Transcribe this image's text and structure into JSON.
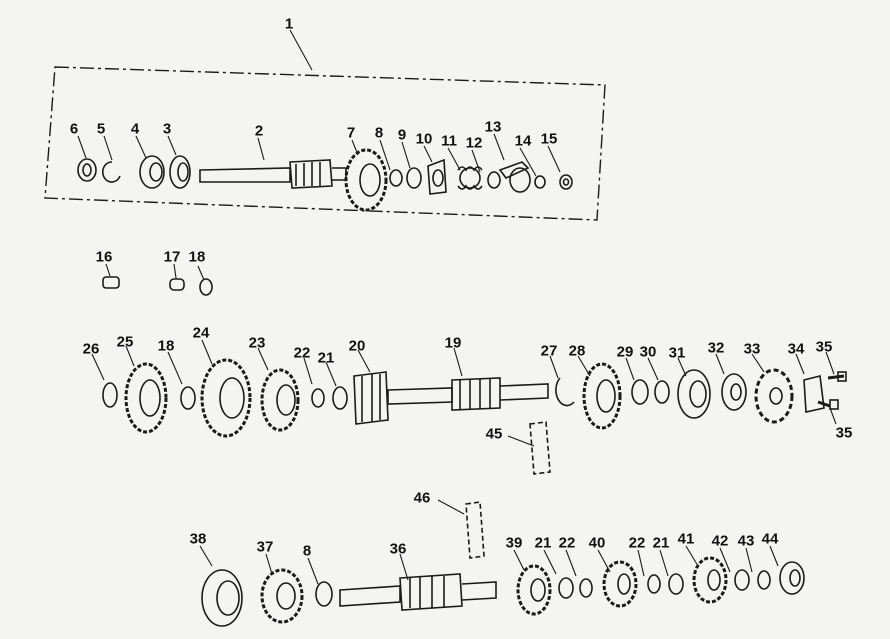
{
  "diagram": {
    "callouts": [
      {
        "id": "c1",
        "text": "1"
      },
      {
        "id": "c2",
        "text": "2"
      },
      {
        "id": "c3",
        "text": "3"
      },
      {
        "id": "c4",
        "text": "4"
      },
      {
        "id": "c5",
        "text": "5"
      },
      {
        "id": "c6",
        "text": "6"
      },
      {
        "id": "c7",
        "text": "7"
      },
      {
        "id": "c8a",
        "text": "8"
      },
      {
        "id": "c9",
        "text": "9"
      },
      {
        "id": "c10",
        "text": "10"
      },
      {
        "id": "c11",
        "text": "11"
      },
      {
        "id": "c12",
        "text": "12"
      },
      {
        "id": "c13",
        "text": "13"
      },
      {
        "id": "c14",
        "text": "14"
      },
      {
        "id": "c15",
        "text": "15"
      },
      {
        "id": "c16",
        "text": "16"
      },
      {
        "id": "c17",
        "text": "17"
      },
      {
        "id": "c18a",
        "text": "18"
      },
      {
        "id": "c26",
        "text": "26"
      },
      {
        "id": "c25",
        "text": "25"
      },
      {
        "id": "c18b",
        "text": "18"
      },
      {
        "id": "c24",
        "text": "24"
      },
      {
        "id": "c23",
        "text": "23"
      },
      {
        "id": "c22a",
        "text": "22"
      },
      {
        "id": "c21a",
        "text": "21"
      },
      {
        "id": "c20",
        "text": "20"
      },
      {
        "id": "c19",
        "text": "19"
      },
      {
        "id": "c27",
        "text": "27"
      },
      {
        "id": "c28",
        "text": "28"
      },
      {
        "id": "c29",
        "text": "29"
      },
      {
        "id": "c30",
        "text": "30"
      },
      {
        "id": "c31",
        "text": "31"
      },
      {
        "id": "c32",
        "text": "32"
      },
      {
        "id": "c33",
        "text": "33"
      },
      {
        "id": "c34",
        "text": "34"
      },
      {
        "id": "c35a",
        "text": "35"
      },
      {
        "id": "c35b",
        "text": "35"
      },
      {
        "id": "c45",
        "text": "45"
      },
      {
        "id": "c46",
        "text": "46"
      },
      {
        "id": "c38",
        "text": "38"
      },
      {
        "id": "c37",
        "text": "37"
      },
      {
        "id": "c8b",
        "text": "8"
      },
      {
        "id": "c36",
        "text": "36"
      },
      {
        "id": "c39",
        "text": "39"
      },
      {
        "id": "c21b",
        "text": "21"
      },
      {
        "id": "c22b",
        "text": "22"
      },
      {
        "id": "c40",
        "text": "40"
      },
      {
        "id": "c22c",
        "text": "22"
      },
      {
        "id": "c21c",
        "text": "21"
      },
      {
        "id": "c41",
        "text": "41"
      },
      {
        "id": "c42",
        "text": "42"
      },
      {
        "id": "c43",
        "text": "43"
      },
      {
        "id": "c44",
        "text": "44"
      }
    ]
  },
  "colors": {
    "ink": "#1a1a1a",
    "paper": "#f4f4f2"
  }
}
